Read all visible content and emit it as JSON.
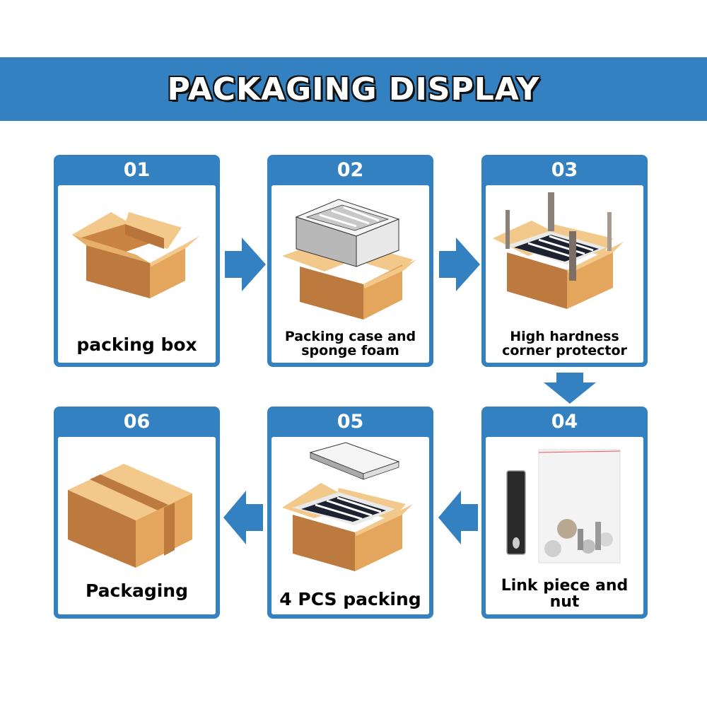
{
  "header": {
    "title": "PACKAGING DISPLAY"
  },
  "colors": {
    "accent": "#3481c1",
    "cardboard_light": "#f2c98a",
    "cardboard_mid": "#e4a55c",
    "cardboard_dark": "#bd7a3f",
    "foam": "#d9d9d9"
  },
  "steps": [
    {
      "number": "01",
      "label": "packing box",
      "icon": "open-box-icon"
    },
    {
      "number": "02",
      "label": "Packing case and sponge foam",
      "line1": "Packing case and",
      "line2": "sponge foam",
      "icon": "foam-case-in-box-icon"
    },
    {
      "number": "03",
      "label": "High hardness corner protector",
      "line1": "High hardness",
      "line2": "corner protector",
      "icon": "corner-protector-box-icon"
    },
    {
      "number": "04",
      "label": "Link piece and nut",
      "line1": "Link piece and",
      "line2": "nut",
      "icon": "hardware-bag-icon"
    },
    {
      "number": "05",
      "label": "4 PCS packing",
      "icon": "four-pcs-box-icon"
    },
    {
      "number": "06",
      "label": "Packaging",
      "icon": "sealed-box-icon"
    }
  ],
  "flow": [
    "01 → 02",
    "02 → 03",
    "03 → 04",
    "04 → 05",
    "05 → 06"
  ]
}
